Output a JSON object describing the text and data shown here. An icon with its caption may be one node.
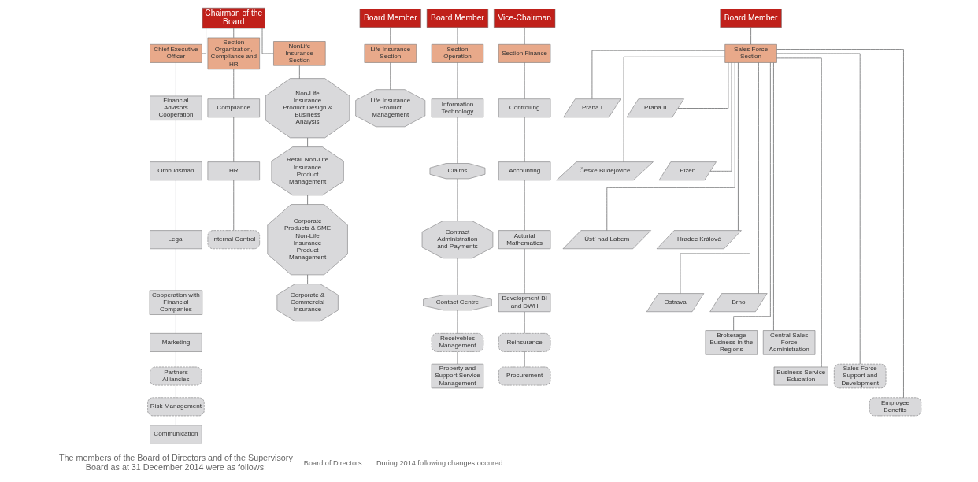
{
  "diagram": {
    "nodes": [
      {
        "text": [
          "Chairman of the Board"
        ]
      },
      {
        "text": [
          "Board Member"
        ]
      },
      {
        "text": [
          "Board Member"
        ]
      },
      {
        "text": [
          "Vice-Chairman"
        ]
      },
      {
        "text": [
          "Board Member"
        ]
      },
      {
        "text": [
          "Chief Executive Officer"
        ]
      },
      {
        "text": [
          "Section Organization, Compliance and HR"
        ]
      },
      {
        "text": [
          "NonLife Insurance Section"
        ]
      },
      {
        "text": [
          "Life Insurance Section"
        ]
      },
      {
        "text": [
          "Section Operation"
        ]
      },
      {
        "text": [
          "Section Finance"
        ]
      },
      {
        "text": [
          "Sales Force Section"
        ]
      },
      {
        "text": [
          "Financial Advisors Cooperation"
        ]
      },
      {
        "text": [
          "Ombudsman"
        ]
      },
      {
        "text": [
          "Legal"
        ]
      },
      {
        "text": [
          "Cooperation with Financial Companies"
        ]
      },
      {
        "text": [
          "Marketing"
        ]
      },
      {
        "text": [
          "Partners Alliancies"
        ]
      },
      {
        "text": [
          "Risk Management"
        ]
      },
      {
        "text": [
          "Communication"
        ]
      },
      {
        "text": [
          "Compliance"
        ]
      },
      {
        "text": [
          "HR"
        ]
      },
      {
        "text": [
          "Internal Control"
        ]
      },
      {
        "text": [
          "Non-Life Insurance Product Design & Business Analysis"
        ]
      },
      {
        "text": [
          "Retail Non-Life Insurance Product Management"
        ]
      },
      {
        "text": [
          "Corporate Products & SME Non-Life Insurance Product Management"
        ]
      },
      {
        "text": [
          "Corporate & Commercial Insurance"
        ]
      },
      {
        "text": [
          "Life Insurance Product Management"
        ]
      },
      {
        "text": [
          "Information Technology"
        ]
      },
      {
        "text": [
          "Claims"
        ]
      },
      {
        "text": [
          "Contract Administration and Payments"
        ]
      },
      {
        "text": [
          "Contact Centre"
        ]
      },
      {
        "text": [
          "Receivebles Management"
        ]
      },
      {
        "text": [
          "Property and Support Service Management"
        ]
      },
      {
        "text": [
          "Controlling"
        ]
      },
      {
        "text": [
          "Accounting"
        ]
      },
      {
        "text": [
          "Acturial Mathematics"
        ]
      },
      {
        "text": [
          "Development BI and DWH"
        ]
      },
      {
        "text": [
          "Reinsurance"
        ]
      },
      {
        "text": [
          "Procurement"
        ]
      },
      {
        "text": [
          "Praha I"
        ]
      },
      {
        "text": [
          "Praha II"
        ]
      },
      {
        "text": [
          "České Budějovice"
        ]
      },
      {
        "text": [
          "Plzeň"
        ]
      },
      {
        "text": [
          "Ústí nad Labem"
        ]
      },
      {
        "text": [
          "Hradec Králové"
        ]
      },
      {
        "text": [
          "Ostrava"
        ]
      },
      {
        "text": [
          "Brno"
        ]
      },
      {
        "text": [
          "Brokerage Business in the Regions"
        ]
      },
      {
        "text": [
          "Central Sales Force Administration"
        ]
      },
      {
        "text": [
          "Business Service Education"
        ]
      },
      {
        "text": [
          "Sales Force Support and Development"
        ]
      },
      {
        "text": [
          "Employee Benefits"
        ]
      }
    ],
    "edges": [
      {
        "from": 0,
        "to": 5,
        "arrow": "none"
      },
      {
        "from": 0,
        "to": 6,
        "arrow": "none"
      },
      {
        "from": 0,
        "to": 7,
        "arrow": "none"
      },
      {
        "from": 1,
        "to": 8,
        "arrow": "none"
      },
      {
        "from": 2,
        "to": 9,
        "arrow": "none"
      },
      {
        "from": 3,
        "to": 10,
        "arrow": "none"
      },
      {
        "from": 4,
        "to": 11,
        "arrow": "none"
      },
      {
        "from": 5,
        "to": 12,
        "arrow": "none"
      },
      {
        "from": 12,
        "to": 13,
        "arrow": "none"
      },
      {
        "from": 13,
        "to": 14,
        "arrow": "none"
      },
      {
        "from": 14,
        "to": 15,
        "arrow": "none"
      },
      {
        "from": 15,
        "to": 16,
        "arrow": "none"
      },
      {
        "from": 16,
        "to": 17,
        "arrow": "none"
      },
      {
        "from": 17,
        "to": 18,
        "arrow": "none"
      },
      {
        "from": 18,
        "to": 19,
        "arrow": "none"
      },
      {
        "from": 6,
        "to": 20,
        "arrow": "none"
      },
      {
        "from": 20,
        "to": 21,
        "arrow": "none"
      },
      {
        "from": 21,
        "to": 22,
        "arrow": "none"
      },
      {
        "from": 7,
        "to": 23,
        "arrow": "none"
      },
      {
        "from": 23,
        "to": 24,
        "arrow": "none"
      },
      {
        "from": 24,
        "to": 25,
        "arrow": "none"
      },
      {
        "from": 25,
        "to": 26,
        "arrow": "none"
      },
      {
        "from": 8,
        "to": 27,
        "arrow": "none"
      },
      {
        "from": 9,
        "to": 28,
        "arrow": "none"
      },
      {
        "from": 28,
        "to": 29,
        "arrow": "none"
      },
      {
        "from": 29,
        "to": 30,
        "arrow": "none"
      },
      {
        "from": 30,
        "to": 31,
        "arrow": "none"
      },
      {
        "from": 31,
        "to": 32,
        "arrow": "none"
      },
      {
        "from": 32,
        "to": 33,
        "arrow": "none"
      },
      {
        "from": 10,
        "to": 34,
        "arrow": "none"
      },
      {
        "from": 34,
        "to": 35,
        "arrow": "none"
      },
      {
        "from": 35,
        "to": 36,
        "arrow": "none"
      },
      {
        "from": 36,
        "to": 37,
        "arrow": "none"
      },
      {
        "from": 37,
        "to": 38,
        "arrow": "none"
      },
      {
        "from": 38,
        "to": 39,
        "arrow": "none"
      },
      {
        "from": 11,
        "to": 40,
        "arrow": "none"
      },
      {
        "from": 11,
        "to": 41,
        "arrow": "none"
      },
      {
        "from": 11,
        "to": 42,
        "arrow": "none"
      },
      {
        "from": 11,
        "to": 43,
        "arrow": "none"
      },
      {
        "from": 11,
        "to": 44,
        "arrow": "none"
      },
      {
        "from": 11,
        "to": 45,
        "arrow": "none"
      },
      {
        "from": 11,
        "to": 46,
        "arrow": "none"
      },
      {
        "from": 11,
        "to": 47,
        "arrow": "none"
      },
      {
        "from": 11,
        "to": 48,
        "arrow": "none"
      },
      {
        "from": 11,
        "to": 49,
        "arrow": "none"
      },
      {
        "from": 11,
        "to": 50,
        "arrow": "none"
      },
      {
        "from": 11,
        "to": 51,
        "arrow": "none"
      },
      {
        "from": 11,
        "to": 52,
        "arrow": "none"
      }
    ],
    "labels": [
      "The members of the Board of Directors and of the Supervisory Board as at 31 December 2014 were as follows:",
      "Board of Directors:",
      "During 2014 following changes occured:"
    ]
  }
}
